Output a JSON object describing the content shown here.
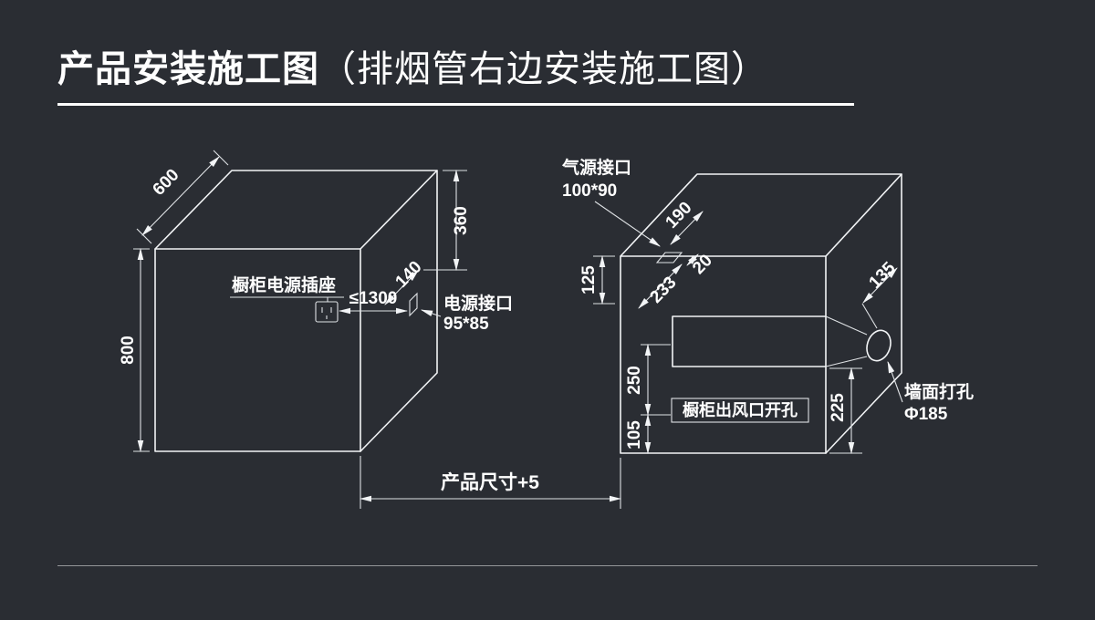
{
  "title": {
    "main": "产品安装施工图",
    "paren": "（排烟管右边安装施工图）"
  },
  "left_cabinet": {
    "depth": "600",
    "height": "800",
    "top_clearance": "360",
    "port_offset": "140",
    "socket_label": "橱柜电源插座",
    "socket_distance": "≤1300",
    "power_port_title": "电源接口",
    "power_port_size": "95*85"
  },
  "right_cabinet": {
    "gas_port_title": "气源接口",
    "gas_port_size": "100*90",
    "gas_port_offset": "190",
    "top_edge_offset": "125",
    "duct_depth_offset": "233",
    "duct_gap": "20",
    "duct_height": "250",
    "duct_bottom_offset": "105",
    "hole_bottom_offset": "225",
    "hole_edge_offset": "135",
    "outlet_label": "橱柜出风口开孔",
    "wall_hole_title": "墙面打孔",
    "wall_hole_size": "Φ185"
  },
  "footer": {
    "product_span": "产品尺寸+5"
  },
  "colors": {
    "background": "#2a2d33",
    "line": "#f2f4f6",
    "text": "#ffffff"
  }
}
